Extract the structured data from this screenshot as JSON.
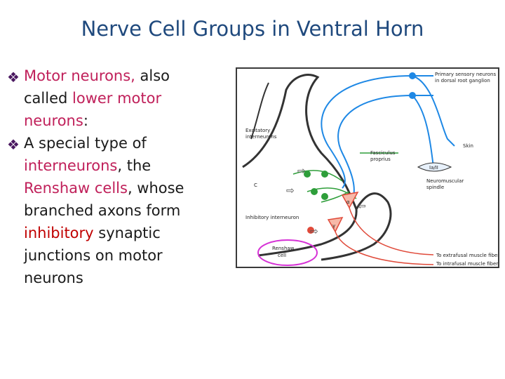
{
  "title": "Nerve Cell Groups in Ventral Horn",
  "bullets": [
    {
      "parts": [
        {
          "text": "Motor neurons,",
          "style": "hl"
        },
        {
          "text": " also called ",
          "style": ""
        },
        {
          "text": "lower motor neurons",
          "style": "hl"
        },
        {
          "text": ":",
          "style": ""
        }
      ]
    },
    {
      "parts": [
        {
          "text": "A special type of ",
          "style": ""
        },
        {
          "text": "interneurons",
          "style": "hl"
        },
        {
          "text": ", the ",
          "style": ""
        },
        {
          "text": "Renshaw cells",
          "style": "hl"
        },
        {
          "text": ", whose branched axons form ",
          "style": ""
        },
        {
          "text": "inhibitory",
          "style": "hl-red"
        },
        {
          "text": " synaptic junctions on motor neurons",
          "style": ""
        }
      ]
    }
  ],
  "bullet_icon": "diamond-cluster-icon",
  "figure": {
    "labels": {
      "primary_sensory": "Primary sensory neurons",
      "primary_sensory_2": "in dorsal root ganglion",
      "excitatory": "Excitatory",
      "excitatory_2": "interneurons",
      "fasciculus": "Fasciculus",
      "fasciculus_2": "proprius",
      "skin": "Skin",
      "spindle_tag": "Ia/II",
      "neuromuscular": "Neuromuscular",
      "neuromuscular_2": "spindle",
      "inhibitory": "Inhibitory interneuron",
      "renshaw": "Renshaw",
      "renshaw_2": "cell",
      "extrafusal": "To extrafusal muscle fiber",
      "intrafusal": "To intrafusal muscle fiber",
      "c_mark": "C",
      "alpha": "α",
      "gamma": "γ"
    },
    "colors": {
      "sensory": "#1E88E5",
      "interneuron": "#2E9E3A",
      "motor": "#E04A3A",
      "outline": "#333333",
      "highlight_ring": "#D633D6"
    }
  },
  "colors": {
    "title": "#1F497D",
    "highlight": "#C0205A",
    "inhibitory": "#C00000",
    "bullet": "#4A1860"
  }
}
